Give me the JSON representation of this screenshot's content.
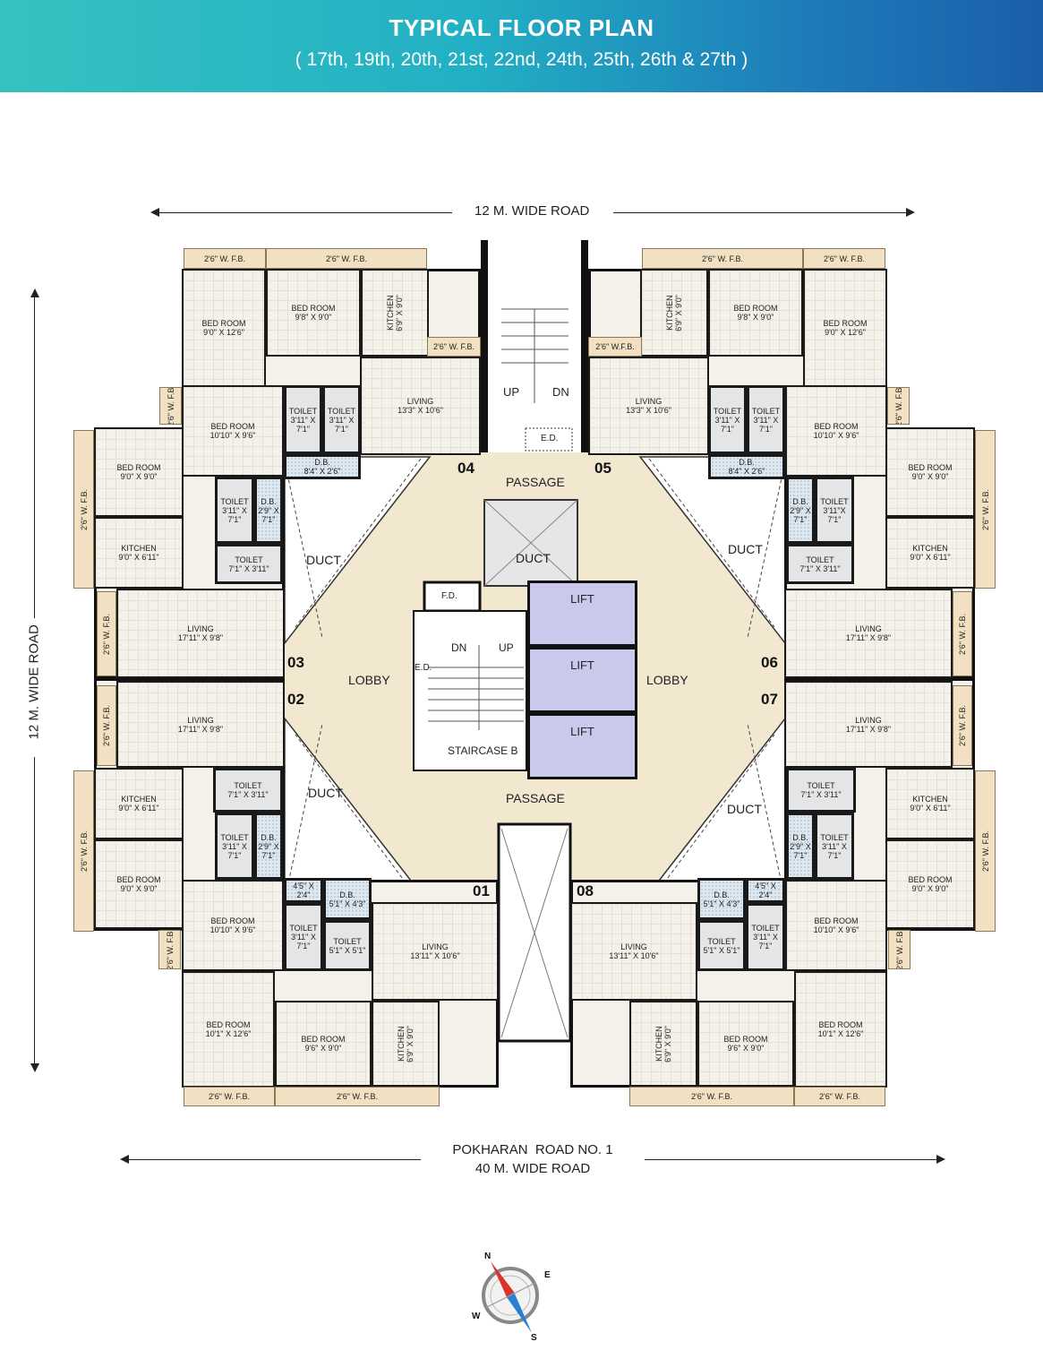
{
  "header": {
    "title": "TYPICAL FLOOR PLAN",
    "subtitle": "( 17th, 19th, 20th, 21st, 22nd, 24th, 25th, 26th & 27th )",
    "gradient_colors": [
      "#35c2c0",
      "#1a5fa8"
    ]
  },
  "roads": {
    "top": "12 M. WIDE ROAD",
    "left": "12 M. WIDE ROAD",
    "bottom_line1": "POKHARAN  ROAD NO. 1",
    "bottom_line2": "40 M. WIDE ROAD"
  },
  "core": {
    "passage_top": "PASSAGE",
    "passage_bottom": "PASSAGE",
    "lobby_left": "LOBBY",
    "lobby_right": "LOBBY",
    "duct_center": "DUCT",
    "ducts": [
      "DUCT",
      "DUCT",
      "DUCT",
      "DUCT"
    ],
    "staircase_a_up": "UP",
    "staircase_a_dn": "DN",
    "ed_top": "E.D.",
    "fd": "F.D.",
    "ed_left": "E.D.",
    "staircase_b_dn": "DN",
    "staircase_b_up": "UP",
    "staircase_b": "STAIRCASE B",
    "lifts": [
      "LIFT",
      "LIFT",
      "LIFT"
    ],
    "lift_color": "#c9c9eb"
  },
  "flat_numbers": [
    "01",
    "02",
    "03",
    "04",
    "05",
    "06",
    "07",
    "08"
  ],
  "flats": [
    {
      "id": "04",
      "rooms": [
        {
          "name": "2'6\" W. F.B."
        },
        {
          "name": "2'6\" W. F.B."
        },
        {
          "name": "BED ROOM",
          "size": "9'0\" X 12'6\""
        },
        {
          "name": "BED ROOM",
          "size": "9'8\" X 9'0\""
        },
        {
          "name": "KITCHEN",
          "size": "6'9\" X 9'0\""
        },
        {
          "name": "2'6\" W. F.B."
        },
        {
          "name": "LIVING",
          "size": "13'3\" X 10'6\""
        },
        {
          "name": "TOILET",
          "size": "3'11\" X 7'1\""
        },
        {
          "name": "TOILET",
          "size": "3'11\" X 7'1\""
        },
        {
          "name": "D.B.",
          "size": "8'4\" X 2'6\""
        },
        {
          "name": "BED ROOM",
          "size": "10'10\" X 9'6\""
        },
        {
          "name": "2'6\" W. F.B."
        }
      ]
    },
    {
      "id": "03",
      "rooms": [
        {
          "name": "BED ROOM",
          "size": "9'0\" X 9'0\""
        },
        {
          "name": "TOILET",
          "size": "3'11\" X 7'1\""
        },
        {
          "name": "D.B.",
          "size": "2'9\" X 7'1\""
        },
        {
          "name": "TOILET",
          "size": "7'1\" X 3'11\""
        },
        {
          "name": "KITCHEN",
          "size": "9'0\" X 6'11\""
        },
        {
          "name": "2'6\" W. F.B."
        },
        {
          "name": "LIVING",
          "size": "17'11\" X 9'8\""
        },
        {
          "name": "2'6\" W. F.B."
        }
      ]
    },
    {
      "id": "02",
      "rooms": [
        {
          "name": "LIVING",
          "size": "17'11\" X 9'8\""
        },
        {
          "name": "2'6\" W. F.B."
        },
        {
          "name": "KITCHEN",
          "size": "9'0\" X 6'11\""
        },
        {
          "name": "BED ROOM",
          "size": "9'0\" X 9'0\""
        },
        {
          "name": "2'6\" W. F.B."
        },
        {
          "name": "TOILET",
          "size": "7'1\" X 3'11\""
        },
        {
          "name": "TOILET",
          "size": "3'11\" X 7'1\""
        },
        {
          "name": "D.B.",
          "size": "2'9\" X 7'1\""
        }
      ]
    },
    {
      "id": "01",
      "rooms": [
        {
          "name": "BED ROOM",
          "size": "10'10\" X 9'6\""
        },
        {
          "name": "2'6\" W. F.B."
        },
        {
          "size": "4'5\" X 2'4\""
        },
        {
          "name": "D.B.",
          "size": "5'1\" X 4'3\""
        },
        {
          "name": "TOILET",
          "size": "3'11\" X 7'1\""
        },
        {
          "name": "TOILET",
          "size": "5'1\" X 5'1\""
        },
        {
          "name": "LIVING",
          "size": "13'11\" X 10'6\""
        },
        {
          "name": "BED ROOM",
          "size": "10'1\" X 12'6\""
        },
        {
          "name": "BED ROOM",
          "size": "9'6\" X 9'0\""
        },
        {
          "name": "KITCHEN",
          "size": "6'9\" X 9'0\""
        },
        {
          "name": "2'6\" W. F.B."
        },
        {
          "name": "2'6\" W. F.B."
        }
      ]
    },
    {
      "id": "05",
      "rooms": [
        {
          "name": "2'6\" W. F.B."
        },
        {
          "name": "2'6\" W. F.B."
        },
        {
          "name": "BED ROOM",
          "size": "9'0\" X 12'6\""
        },
        {
          "name": "BED ROOM",
          "size": "9'8\" X 9'0\""
        },
        {
          "name": "KITCHEN",
          "size": "6'9\" X 9'0\""
        },
        {
          "name": "2'6\" W.F.B."
        },
        {
          "name": "LIVING",
          "size": "13'3\" X 10'6\""
        },
        {
          "name": "TOILET",
          "size": "3'11\" X 7'1\""
        },
        {
          "name": "TOILET",
          "size": "3'11\" X 7'1\""
        },
        {
          "name": "D.B.",
          "size": "8'4\" X 2'6\""
        },
        {
          "name": "BED ROOM",
          "size": "10'10\" X 9'6\""
        },
        {
          "name": "2'6\" W. F.B."
        }
      ]
    },
    {
      "id": "06",
      "rooms": [
        {
          "name": "BED ROOM",
          "size": "9'0\" X 9'0\""
        },
        {
          "name": "TOILET",
          "size": "3'11\"X 7'1\""
        },
        {
          "name": "D.B.",
          "size": "2'9\" X 7'1\""
        },
        {
          "name": "TOILET",
          "size": "7'1\" X 3'11\""
        },
        {
          "name": "KITCHEN",
          "size": "9'0\" X 6'11\""
        },
        {
          "name": "2'6\" W. F.B."
        },
        {
          "name": "LIVING",
          "size": "17'11\" X 9'8\""
        },
        {
          "name": "2'6\" W. F.B."
        }
      ]
    },
    {
      "id": "07",
      "rooms": [
        {
          "name": "LIVING",
          "size": "17'11\" X 9'8\""
        },
        {
          "name": "2'6\" W. F.B."
        },
        {
          "name": "KITCHEN",
          "size": "9'0\" X 6'11\""
        },
        {
          "name": "BED ROOM",
          "size": "9'0\" X 9'0\""
        },
        {
          "name": "2'6\" W. F.B."
        },
        {
          "name": "TOILET",
          "size": "7'1\" X 3'11\""
        },
        {
          "name": "TOILET",
          "size": "3'11\" X 7'1\""
        },
        {
          "name": "D.B.",
          "size": "2'9\" X 7'1\""
        }
      ]
    },
    {
      "id": "08",
      "rooms": [
        {
          "name": "BED ROOM",
          "size": "10'10\" X 9'6\""
        },
        {
          "name": "2'6\" W. F.B."
        },
        {
          "size": "4'5\" X 2'4\""
        },
        {
          "name": "D.B.",
          "size": "5'1\" X 4'3\""
        },
        {
          "name": "TOILET",
          "size": "3'11\" X 7'1\""
        },
        {
          "name": "TOILET",
          "size": "5'1\" X 5'1\""
        },
        {
          "name": "LIVING",
          "size": "13'11\" X 10'6\""
        },
        {
          "name": "BED ROOM",
          "size": "10'1\" X 12'6\""
        },
        {
          "name": "BED ROOM",
          "size": "9'6\" X 9'0\""
        },
        {
          "name": "KITCHEN",
          "size": "6'9\" X 9'0\""
        },
        {
          "name": "2'6\" W. F.B."
        },
        {
          "name": "2'6\" W. F.B."
        }
      ]
    }
  ],
  "compass": {
    "n": "N",
    "e": "E",
    "w": "W",
    "s": "S",
    "north_color": "#d8322a",
    "south_color": "#2a7fd0"
  }
}
